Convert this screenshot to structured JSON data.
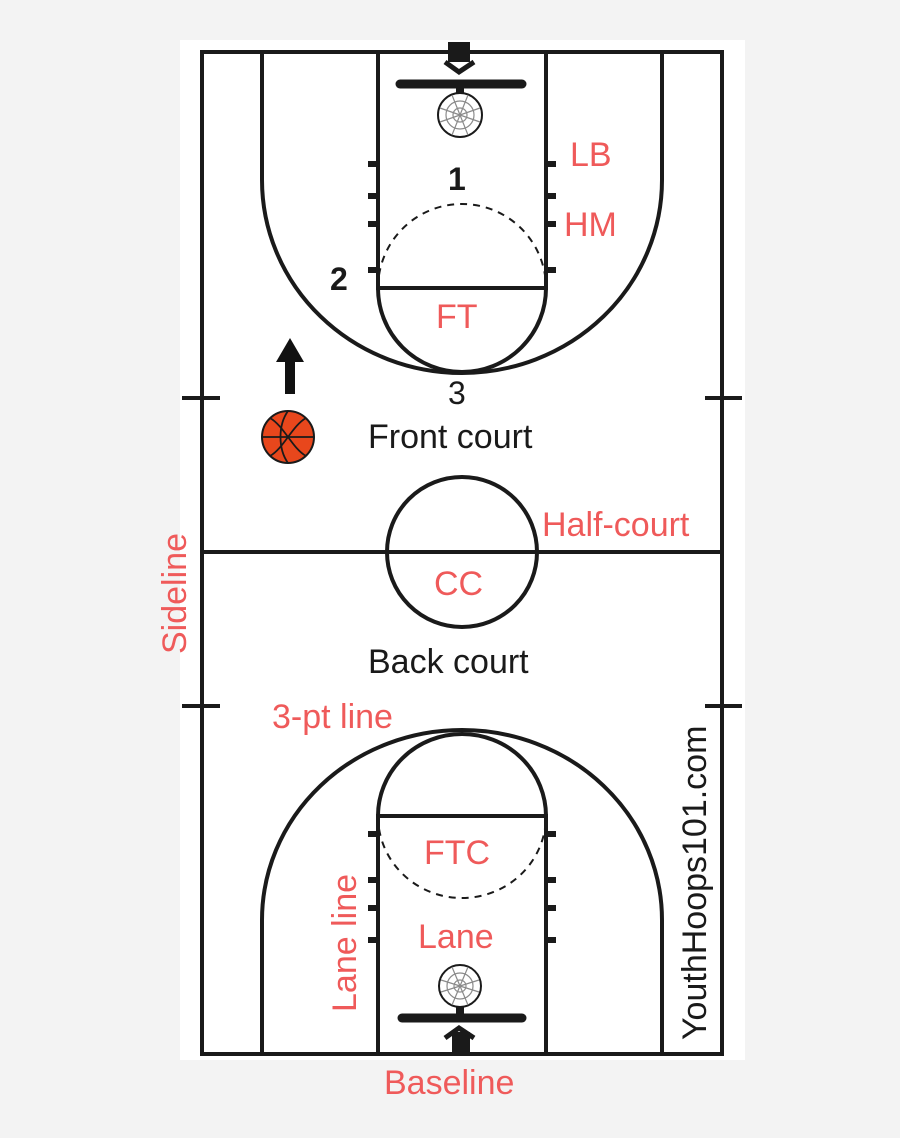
{
  "colors": {
    "label_red": "#ef5a5a",
    "line": "#1a1a1a",
    "court_fill": "#ffffff",
    "ball": "#e8471c"
  },
  "labels": {
    "lb": "LB",
    "hm": "HM",
    "ft": "FT",
    "front_court": "Front court",
    "half_court": "Half-court",
    "cc": "CC",
    "back_court": "Back court",
    "three_pt_line": "3-pt line",
    "ftc": "FTC",
    "lane": "Lane",
    "lane_line": "Lane line",
    "sideline": "Sideline",
    "baseline": "Baseline",
    "watermark": "YouthHoops101.com"
  },
  "spots": {
    "one": "1",
    "two": "2",
    "three": "3"
  },
  "icons": {
    "arrow": "arrow-up-icon",
    "ball": "basketball-icon",
    "hoop": "hoop-icon"
  }
}
